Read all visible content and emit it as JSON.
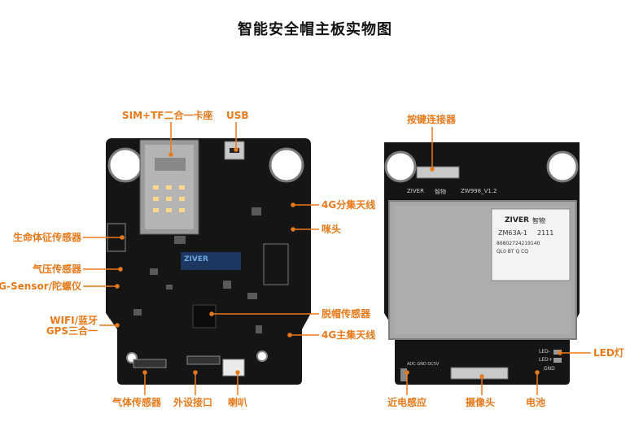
{
  "title": "智能安全帽主板实物图",
  "left_board": {
    "labels": {
      "sim_tf": "SIM+TF二合一卡座",
      "usb": "USB",
      "vital_sensor": "生命体征传感器",
      "pressure_sensor": "气压传感器",
      "gsensor": "G-Sensor/陀螺仪",
      "wifi_line1": "WIFI/蓝牙",
      "wifi_line2": "GPS三合一",
      "ant_4g_div": "4G分集天线",
      "mic": "咪头",
      "off_helmet": "脱帽传感器",
      "ant_4g_main": "4G主集天线",
      "gas_sensor": "气体传感器",
      "ext_port": "外设接口",
      "speaker": "喇叭"
    },
    "silk": {
      "brand": "ZIVER"
    }
  },
  "right_board": {
    "labels": {
      "key_conn": "按键连接器",
      "led": "LED灯",
      "proximity": "近电感应",
      "camera": "摄像头",
      "battery": "电池"
    },
    "silk": {
      "model": "ZW998_V1.2",
      "brand": "ZIVER",
      "brand_cn": "智物",
      "module_model": "ZM63A-1",
      "module_num": "2111",
      "module_code1": "86802724219140",
      "module_code2": "QL0 BT Q CQ",
      "led_minus": "LED-",
      "led_plus": "LED+",
      "gnd": "GND",
      "conn_pins": "ADC GND DC5V"
    }
  },
  "colors": {
    "accent": "#e87a1c",
    "pcb": "#141414",
    "shield": "#a9a9a9"
  }
}
